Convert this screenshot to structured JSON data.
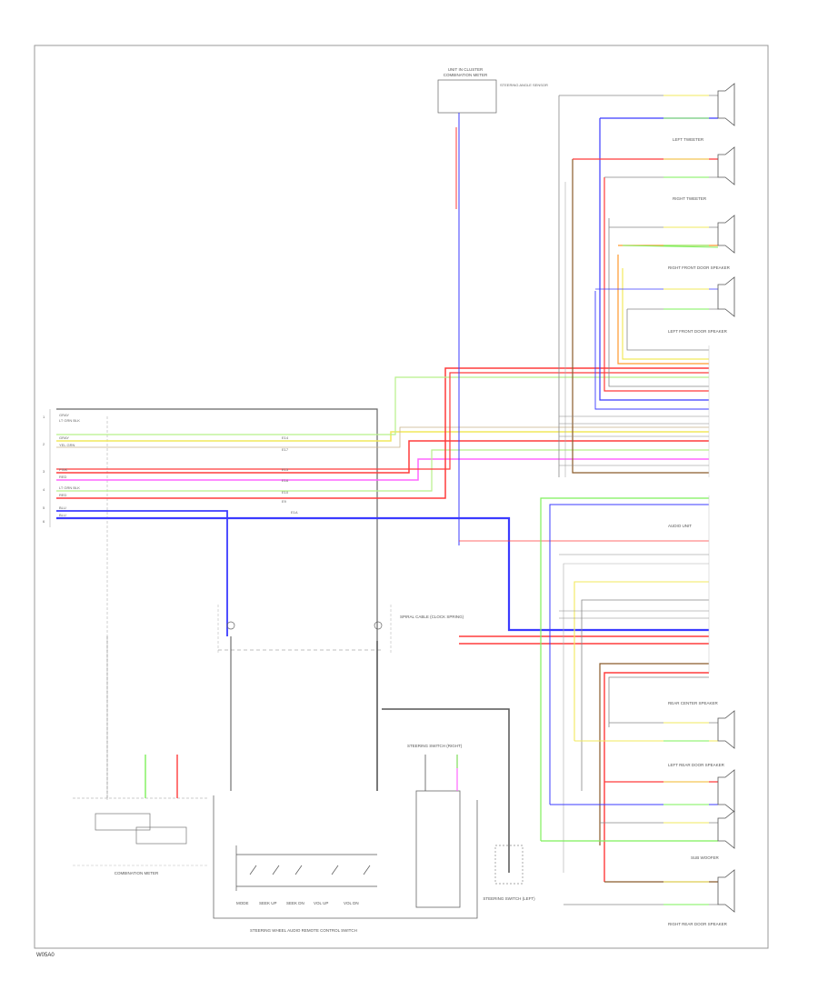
{
  "diagram": {
    "footer_code": "W05A0",
    "colors": {
      "red": "#ff3b3b",
      "blue": "#3b3bff",
      "yellow": "#f2e95c",
      "green": "#7ef05a",
      "pink": "#ff66ff",
      "orange": "#ff9a2e",
      "gray": "#888888",
      "black": "#333333",
      "brown": "#8a5a2a",
      "light_green": "#b8f08a",
      "tan": "#c8b48a"
    },
    "components": {
      "unit_top": "UNIT IN CLUSTER",
      "unit_top_sub": "COMBINATION METER",
      "unit_top_desc": "STEERING ANGLE SENSOR",
      "left_tweeter": "LEFT TWEETER",
      "right_tweeter": "RIGHT TWEETER",
      "right_front_door_speaker": "RIGHT FRONT DOOR SPEAKER",
      "left_front_door_speaker": "LEFT FRONT DOOR SPEAKER",
      "left_rear_door_speaker": "LEFT REAR DOOR SPEAKER",
      "right_rear_door_speaker": "RIGHT REAR DOOR SPEAKER",
      "rear_center_speaker": "REAR CENTER SPEAKER",
      "sub_woofer": "SUB WOOFER",
      "spiral_cable": "SPIRAL CABLE (CLOCK SPRING)",
      "steering_switch_left": "STEERING SWITCH (LEFT)",
      "steering_switch_right": "STEERING SWITCH (RIGHT)",
      "combination_meter": "COMBINATION METER",
      "audio_unit": "AUDIO UNIT",
      "steering_wheel_audio": "STEERING WHEEL AUDIO REMOTE CONTROL SWITCH",
      "switches": [
        "MODE",
        "SEEK UP",
        "SEEK DN",
        "VOL UP",
        "VOL DN"
      ]
    }
  }
}
